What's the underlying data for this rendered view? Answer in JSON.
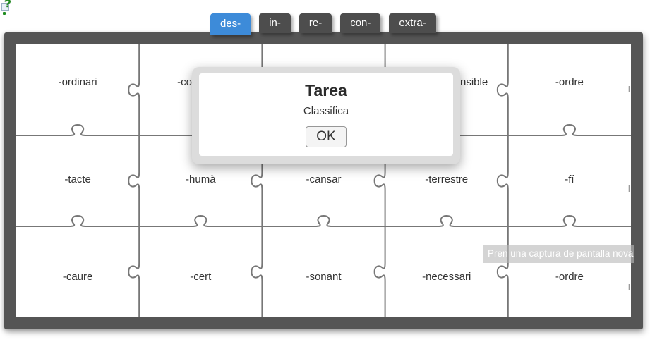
{
  "help": {
    "glyph": "?"
  },
  "tabs": [
    {
      "label": "des-",
      "active": true
    },
    {
      "label": "in-",
      "active": false
    },
    {
      "label": "re-",
      "active": false
    },
    {
      "label": "con-",
      "active": false
    },
    {
      "label": "extra-",
      "active": false
    }
  ],
  "dialog": {
    "title": "Tarea",
    "subtitle": "Classifica",
    "ok_label": "OK"
  },
  "puzzle": {
    "rows": 3,
    "cols": 5,
    "pieces": [
      [
        "-ordinari",
        "-co",
        "",
        "nsible",
        "-ordre"
      ],
      [
        "-tacte",
        "-humà",
        "-cansar",
        "-terrestre",
        "-fí"
      ],
      [
        "-caure",
        "-cert",
        "-sonant",
        "-necessari",
        "-ordre"
      ]
    ]
  },
  "tooltip": {
    "text": "Pren una captura de pantalla nova"
  },
  "colors": {
    "tab_active": "#3d8bd9",
    "tab_inactive": "#4d4d4d",
    "board_frame": "#555555",
    "piece_line": "#777777",
    "label_text": "#333333"
  }
}
